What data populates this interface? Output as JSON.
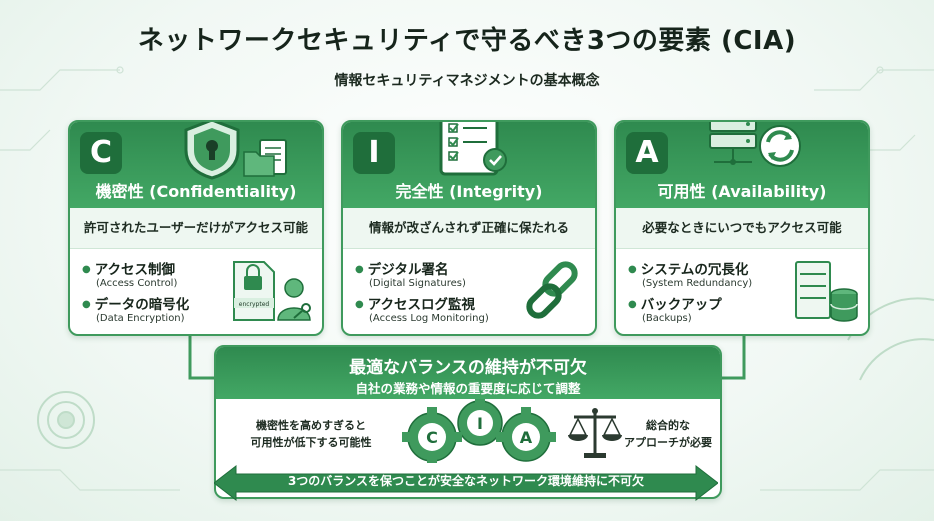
{
  "title": "ネットワークセキュリティで守るべき3つの要素 (CIA)",
  "subtitle": "情報セキュリティマネジメントの基本概念",
  "cards": [
    {
      "letter": "C",
      "name": "機密性 (Confidentiality)",
      "description": "許可されたユーザーだけがアクセス可能",
      "items": [
        {
          "label": "アクセス制御",
          "sub": "(Access Control)"
        },
        {
          "label": "データの暗号化",
          "sub": "(Data Encryption)"
        }
      ],
      "art_label": "encrypted",
      "head_icon": "shield-keyhole-icon",
      "art_icon": "encrypted-file-user-icon"
    },
    {
      "letter": "I",
      "name": "完全性 (Integrity)",
      "description": "情報が改ざんされず正確に保たれる",
      "items": [
        {
          "label": "デジタル署名",
          "sub": "(Digital Signatures)"
        },
        {
          "label": "アクセスログ監視",
          "sub": "(Access Log Monitoring)"
        }
      ],
      "head_icon": "clipboard-checklist-icon",
      "art_icon": "chain-link-icon"
    },
    {
      "letter": "A",
      "name": "可用性 (Availability)",
      "description": "必要なときにいつでもアクセス可能",
      "items": [
        {
          "label": "システムの冗長化",
          "sub": "(System Redundancy)"
        },
        {
          "label": "バックアップ",
          "sub": "(Backups)"
        }
      ],
      "head_icon": "server-sync-icon",
      "art_icon": "server-database-icon"
    }
  ],
  "balance": {
    "title": "最適なバランスの維持が不可欠",
    "subtitle": "自社の業務や情報の重要度に応じて調整",
    "left_line1": "機密性を高めすぎると",
    "left_line2": "可用性が低下する可能性",
    "right_line1": "総合的な",
    "right_line2": "アプローチが必要",
    "gear_letters": [
      "C",
      "I",
      "A"
    ],
    "arrow_text": "3つのバランスを保つことが安全なネットワーク環境維持に不可欠"
  },
  "colors": {
    "primary": "#2f8a4f",
    "primary_light": "#43a865",
    "dark": "#1f6e3b",
    "background": "#f1f8f4"
  }
}
